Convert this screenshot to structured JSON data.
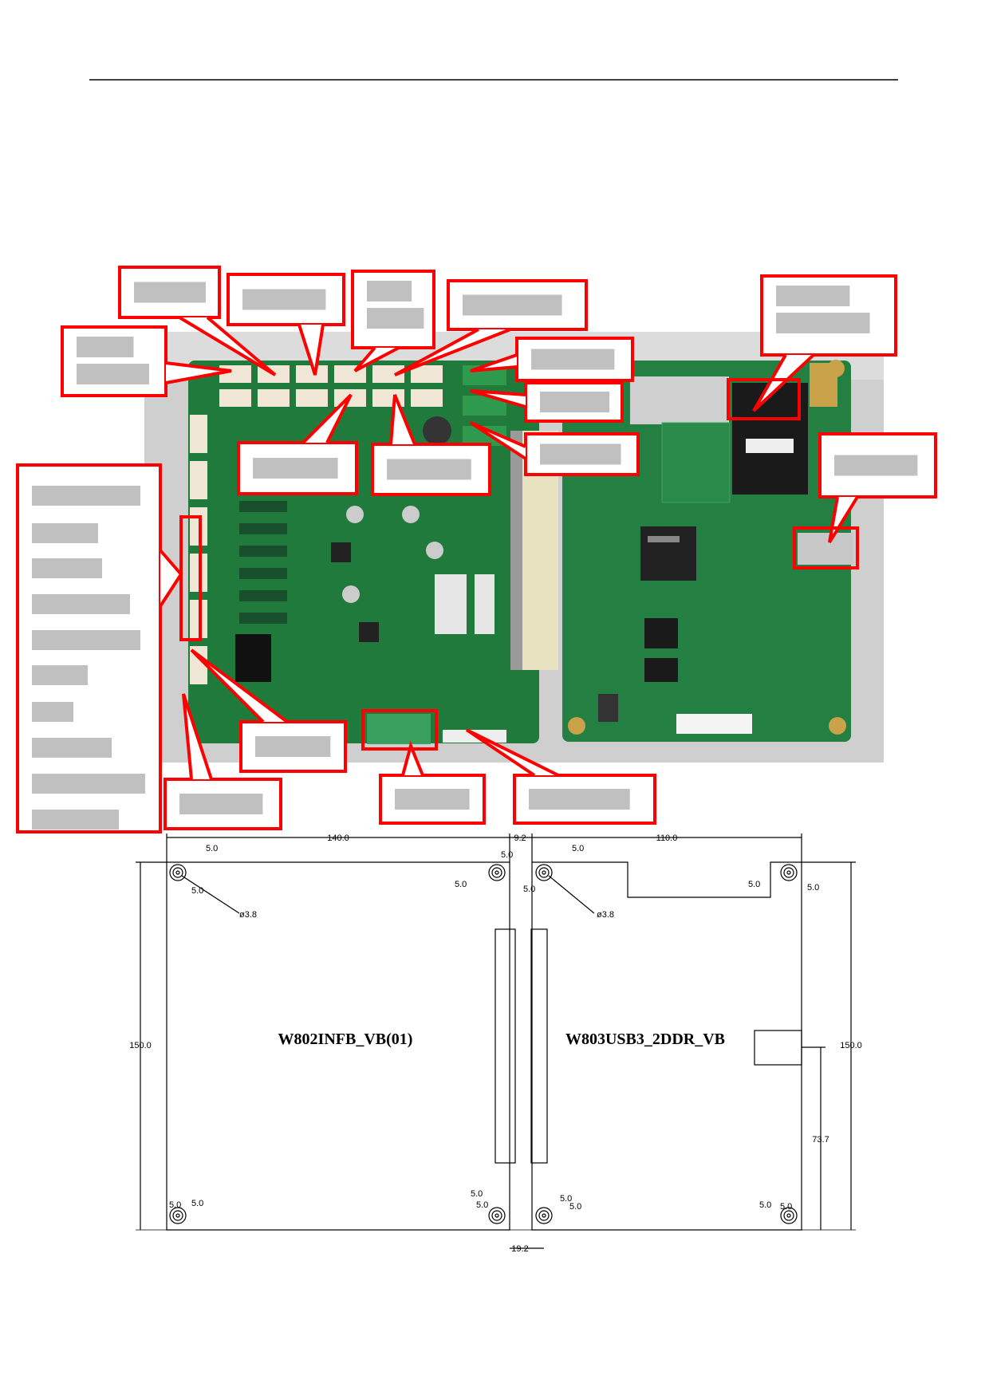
{
  "drawing": {
    "left_board_name": "W802INFB_VB(01)",
    "right_board_name": "W803USB3_2DDR_VB",
    "width_left": "140.0",
    "width_right": "110.0",
    "gap_top": "9.2",
    "gap_bottom": "19.2",
    "height_left": "150.0",
    "height_right": "150.0",
    "usb_offset": "73.7",
    "hole_diameter": "ø3.8",
    "hole_offset": "5.0"
  },
  "colors": {
    "callout": "#ff0000",
    "redaction": "#c0c0c0",
    "pcb": "#1f7a3c"
  }
}
